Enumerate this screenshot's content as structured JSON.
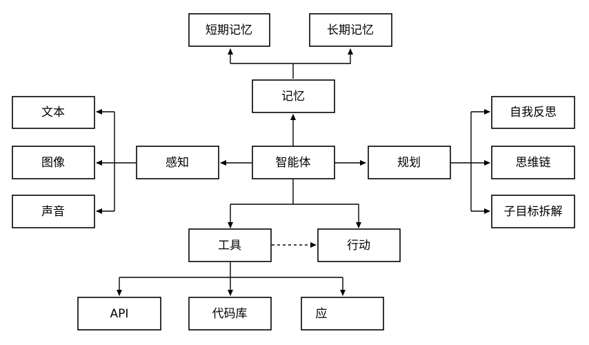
{
  "diagram": {
    "nodes": {
      "agent": "智能体",
      "memory": "记忆",
      "short_term_memory": "短期记忆",
      "long_term_memory": "长期记忆",
      "perception": "感知",
      "text": "文本",
      "image": "图像",
      "sound": "声音",
      "planning": "规划",
      "self_reflection": "自我反思",
      "chain_of_thought": "思维链",
      "subgoal_decomposition": "子目标拆解",
      "tools": "工具",
      "action": "行动",
      "api": "API",
      "code_library": "代码库",
      "application": "应"
    }
  }
}
